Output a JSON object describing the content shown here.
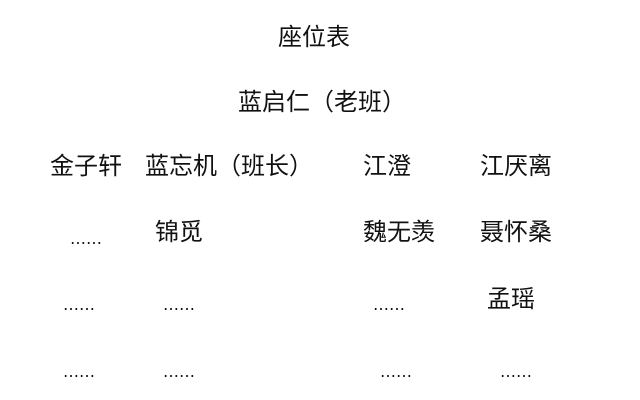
{
  "title": "座位表",
  "teacher": "蓝启仁（老班）",
  "rows": [
    [
      "金子轩",
      "蓝忘机（班长）",
      "江澄",
      "江厌离"
    ],
    [
      "……",
      "锦觅",
      "魏无羡",
      "聂怀桑"
    ],
    [
      "……",
      "……",
      "……",
      "孟瑶"
    ],
    [
      "……",
      "……",
      "……",
      "……"
    ]
  ]
}
